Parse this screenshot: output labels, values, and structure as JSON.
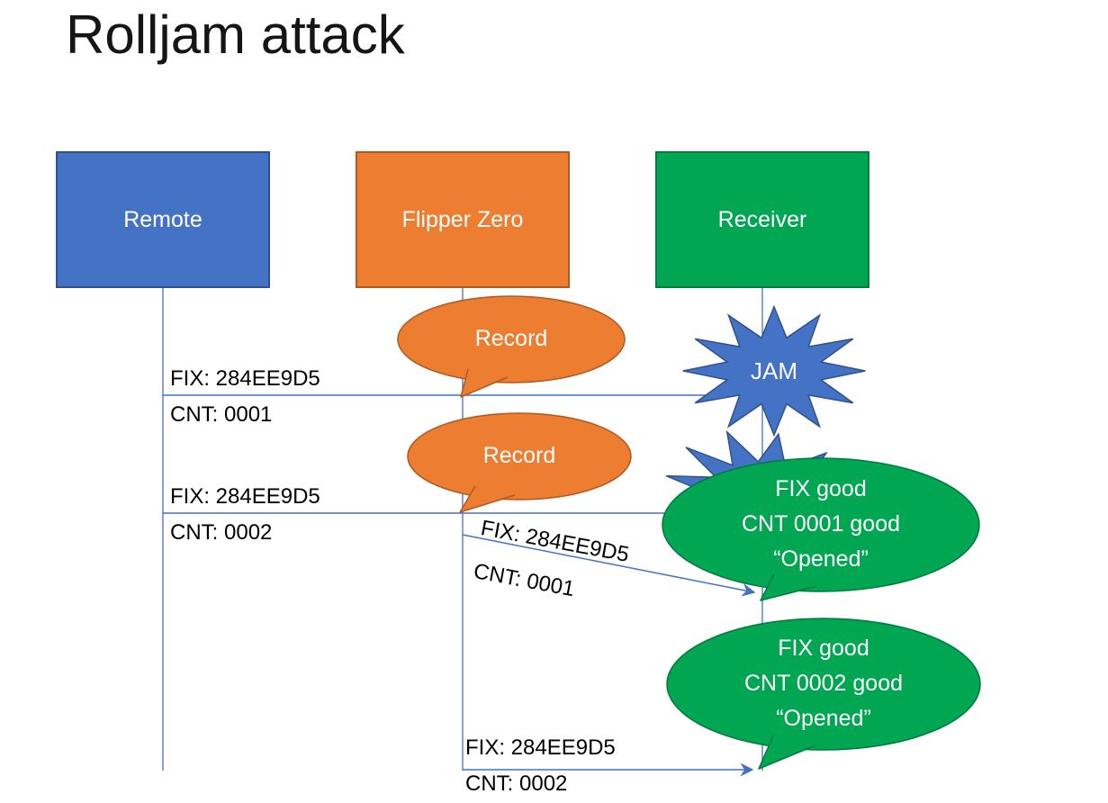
{
  "title": "Rolljam attack",
  "actors": {
    "remote": {
      "label": "Remote"
    },
    "flipper": {
      "label": "Flipper Zero"
    },
    "receiver": {
      "label": "Receiver"
    }
  },
  "messages": {
    "m1": {
      "fix": "FIX: 284EE9D5",
      "cnt": "CNT: 0001"
    },
    "m2": {
      "fix": "FIX: 284EE9D5",
      "cnt": "CNT: 0002"
    },
    "m3": {
      "fix": "FIX: 284EE9D5",
      "cnt": "CNT: 0001"
    },
    "m4": {
      "fix": "FIX: 284EE9D5",
      "cnt": "CNT: 0002"
    }
  },
  "callouts": {
    "record1": {
      "label": "Record"
    },
    "record2": {
      "label": "Record"
    },
    "jam": {
      "label": "JAM"
    },
    "opened1": {
      "line1": "FIX good",
      "line2": "CNT 0001 good",
      "line3": "“Opened”"
    },
    "opened2": {
      "line1": "FIX good",
      "line2": "CNT 0002 good",
      "line3": "“Opened”"
    }
  },
  "colors": {
    "accent_blue": "#4472C4",
    "accent_blue_dark": "#2F528F",
    "accent_orange": "#ED7D31",
    "accent_orange_dark": "#AE5A21",
    "accent_green": "#00A651",
    "accent_green_dark": "#007A3D",
    "connector": "#4472C4",
    "text": "#000000",
    "background": "#FFFFFF"
  }
}
